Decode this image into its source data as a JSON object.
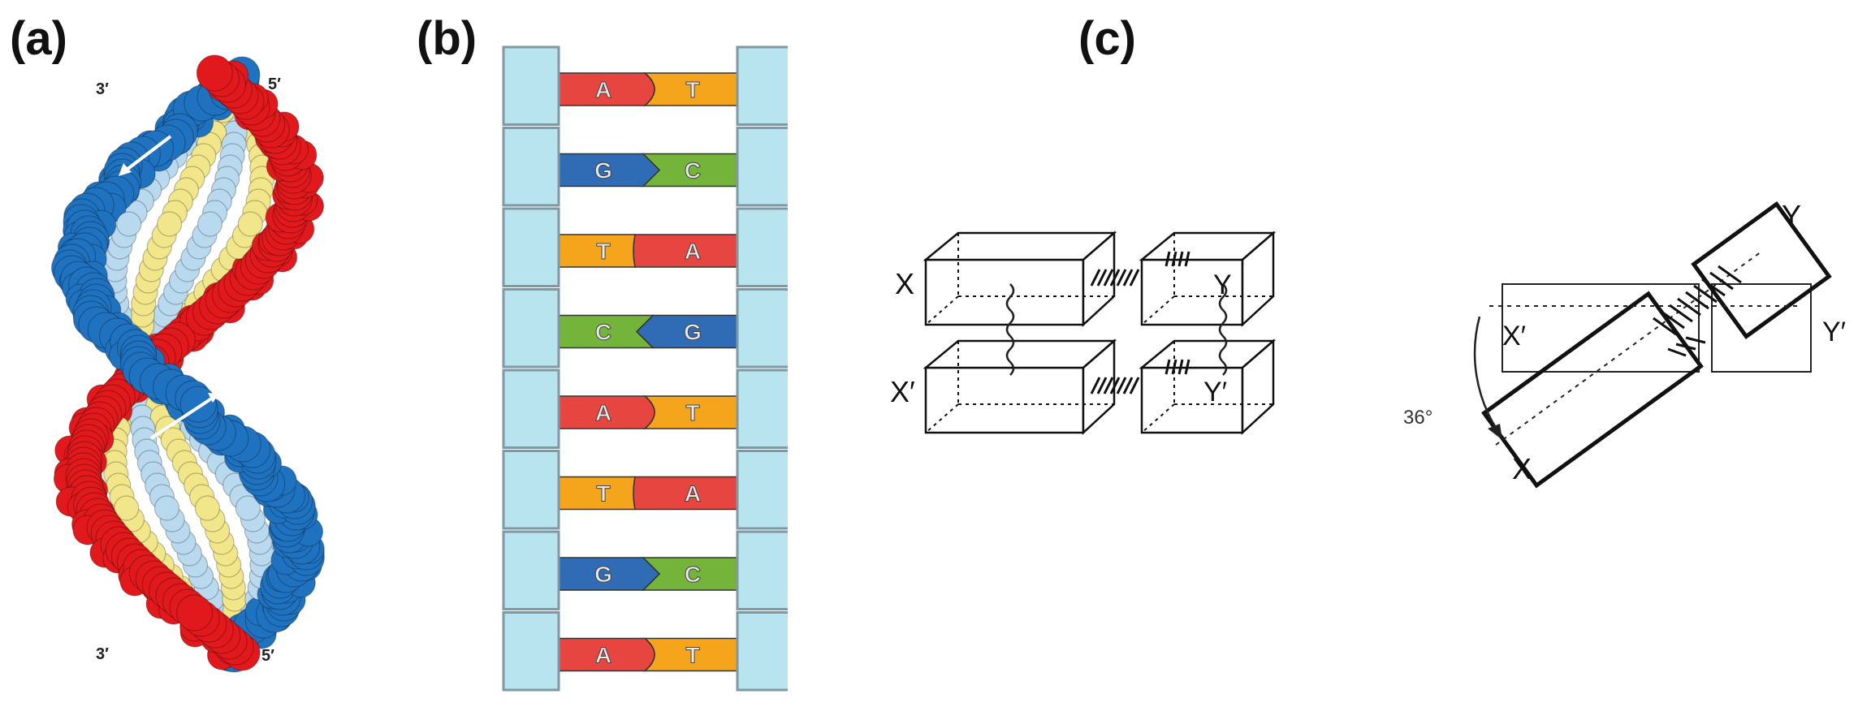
{
  "panels": {
    "a": {
      "label": "(a)",
      "end_labels": [
        "3′",
        "5′",
        "3′",
        "5′"
      ]
    },
    "b": {
      "label": "(b)",
      "base_pairs": [
        {
          "left": "A",
          "right": "T"
        },
        {
          "left": "G",
          "right": "C"
        },
        {
          "left": "T",
          "right": "A"
        },
        {
          "left": "C",
          "right": "G"
        },
        {
          "left": "A",
          "right": "T"
        },
        {
          "left": "T",
          "right": "A"
        },
        {
          "left": "G",
          "right": "C"
        },
        {
          "left": "A",
          "right": "T"
        }
      ]
    },
    "c": {
      "label": "(c)",
      "box_labels": {
        "x": "X",
        "y": "Y",
        "x_prime": "X′",
        "y_prime": "Y′"
      },
      "rotation_label": "36°"
    }
  },
  "colors": {
    "A": "#e6463f",
    "T": "#f4a51c",
    "G": "#2f6cb5",
    "C": "#74b43a",
    "backbone": "#b7e4ee",
    "strand_red": "#e1191c",
    "strand_blue": "#1f72c0",
    "base_yellow": "#f1e68a",
    "base_lightblue": "#b9d9ee"
  }
}
